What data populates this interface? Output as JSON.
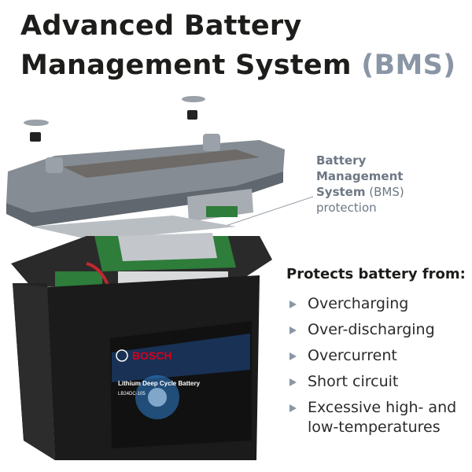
{
  "title": {
    "line1": "Advanced Battery",
    "line2_main": "Management System",
    "line2_accent": "(BMS)"
  },
  "callout": {
    "line1": "Battery",
    "line2": "Management",
    "line3_bold": "System",
    "line3_rest": "(BMS)",
    "line4": "protection"
  },
  "protects": {
    "heading": "Protects battery from:",
    "items": [
      "Overcharging",
      "Over-discharging",
      "Overcurrent",
      "Short circuit",
      "Excessive high- and low-temperatures"
    ]
  },
  "battery_label": {
    "brand": "BOSCH",
    "product": "Lithium Deep Cycle Battery",
    "model": "LB24DC-105"
  },
  "colors": {
    "accent": "#8a96a6",
    "lid": "#7c838a",
    "case": "#1c1c1c",
    "pcb": "#2e7d3a",
    "brand_red": "#d6001c"
  }
}
